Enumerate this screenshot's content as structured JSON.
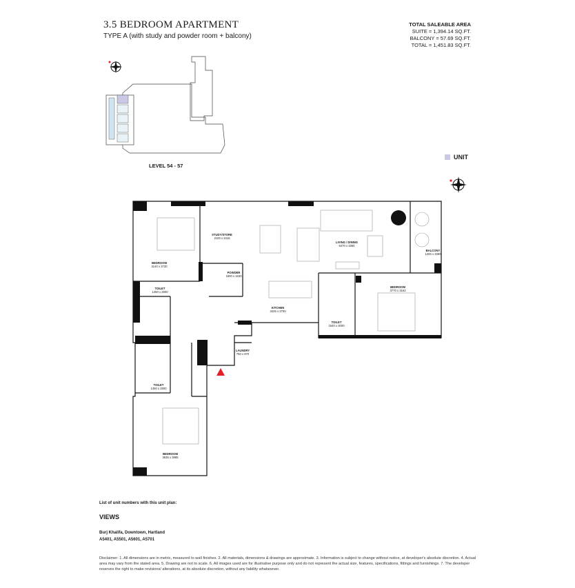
{
  "header": {
    "title": "3.5 BEDROOM APARTMENT",
    "subtitle": "TYPE A (with study and powder room + balcony)"
  },
  "area": {
    "heading": "TOTAL SALEABLE AREA",
    "suite": "SUITE = 1,394.14 SQ.FT.",
    "balcony": "BALCONY = 57.69 SQ.FT.",
    "total": "TOTAL = 1,451.83 SQ.FT."
  },
  "key_plan": {
    "level": "LEVEL 54 - 57",
    "unit_label": "UNIT",
    "unit_color": "#c9c9e6"
  },
  "rooms": {
    "study": {
      "name": "STUDY/STORE",
      "size": "2100 x 2415"
    },
    "powder": {
      "name": "POWDER",
      "size": "1600 x 1630"
    },
    "bedroom1": {
      "name": "BEDROOM",
      "size": "3140 x 3730"
    },
    "toilet1": {
      "name": "TOILET",
      "size": "1450 x 2600"
    },
    "living": {
      "name": "LIVING / DINING",
      "size": "6470 x 3350"
    },
    "balcony": {
      "name": "BALCONY",
      "size": "1400 x 3390"
    },
    "bedroom2": {
      "name": "BEDROOM",
      "size": "3770 x 3163"
    },
    "kitchen": {
      "name": "KITCHEN",
      "size": "3425 x 2700"
    },
    "toilet2": {
      "name": "TOILET",
      "size": "1640 x 3000"
    },
    "laundry": {
      "name": "LAUNDRY",
      "size": "750 x 970"
    },
    "toilet3": {
      "name": "TOILET",
      "size": "1450 x 2800"
    },
    "bedroom3": {
      "name": "BEDROOM",
      "size": "3635 x 3985"
    }
  },
  "colors": {
    "wall": "#111111",
    "entry_marker": "#e41e26"
  },
  "footer": {
    "list_label": "List of unit numbers with this unit plan:",
    "views_title": "VIEWS",
    "views": "Burj Khalifa, Downtown, Hartland",
    "units": "A5401, A5501, A5601, A5701",
    "disclaimer": "Disclaimer: 1. All dimensions are in metric, measured to wall finishes. 2. All materials, dimensions & drawings are approximate. 3. Information is subject to change without notice, at developer's absolute discretion. 4. Actual area may vary from the stated area. 5. Drawing are not to scale. 6. All images used are for illustrative purpose only and do not represent the actual size, features, specifications, fittings and furnishings. 7. The developer reserves the right to make revisions/ alterations, at its absolute discretion, without any liability whatsoever."
  }
}
